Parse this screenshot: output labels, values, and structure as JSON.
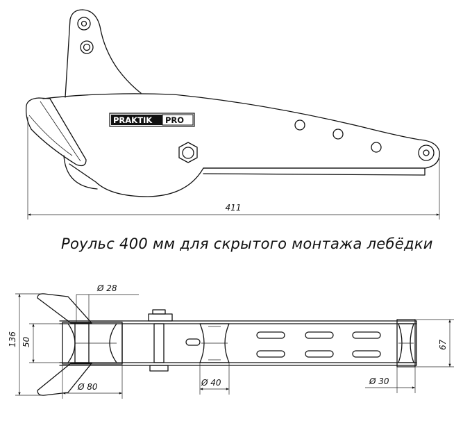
{
  "drawing": {
    "logo": {
      "part1": "PRAKTIK",
      "part2": "PRO"
    },
    "dimensions": {
      "overall_length": "411",
      "height_total": "136",
      "height_inner": "50",
      "height_right": "67",
      "diameter_roller_top": "Ø 28",
      "diameter_roller_main": "Ø 80",
      "diameter_roller_mid": "Ø 40",
      "diameter_roller_end": "Ø 30"
    },
    "caption": "Роульс 400 мм для скрытого монтажа лебёдки"
  }
}
